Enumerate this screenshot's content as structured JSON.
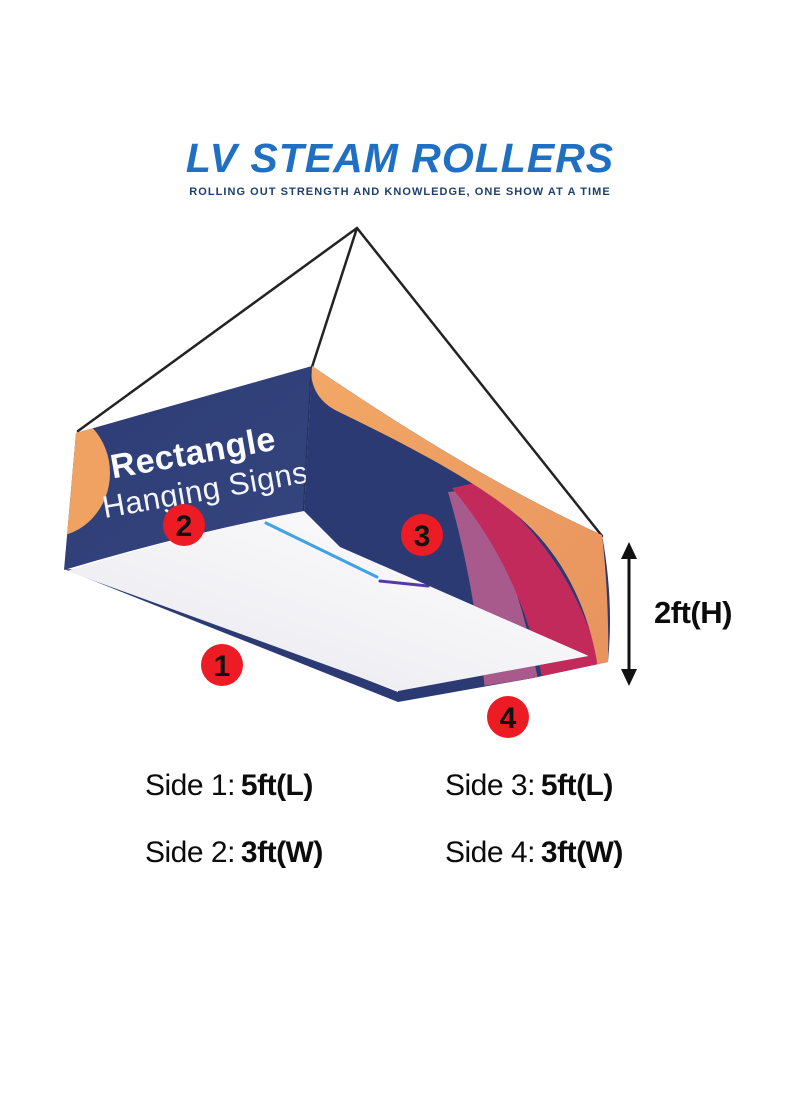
{
  "logo": {
    "title": "LV STEAM ROLLERS",
    "tagline": "ROLLING OUT STRENGTH AND KNOWLEDGE, ONE SHOW AT A TIME"
  },
  "sign": {
    "panel_line1": "Rectangle",
    "panel_line2": "Hanging Signs",
    "height_label": "2ft(H)",
    "markers": [
      "1",
      "2",
      "3",
      "4"
    ]
  },
  "sides": [
    {
      "label": "Side 1:",
      "value": "5ft(L)"
    },
    {
      "label": "Side 2:",
      "value": "3ft(W)"
    },
    {
      "label": "Side 3:",
      "value": "5ft(L)"
    },
    {
      "label": "Side 4:",
      "value": "3ft(W)"
    }
  ],
  "colors": {
    "navy": "#2d3d78",
    "navy_dark": "#2b3a72",
    "orange": "#f0a262",
    "crimson": "#c22a5c",
    "mauve": "#c06090",
    "marker_red": "#ec1b24",
    "blue_trim": "#3ea2e5",
    "purple_trim": "#5639a8",
    "wire_black": "#232323",
    "logo_blue": "#1f6fc2",
    "tagline_navy": "#1d3f6e"
  }
}
